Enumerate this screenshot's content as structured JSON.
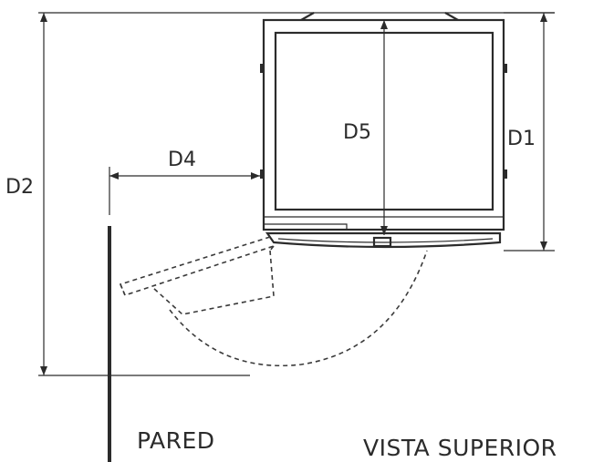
{
  "labels": {
    "d1": "D1",
    "d2": "D2",
    "d4": "D4",
    "d5": "D5",
    "wall": "PARED",
    "view": "VISTA SUPERIOR"
  }
}
